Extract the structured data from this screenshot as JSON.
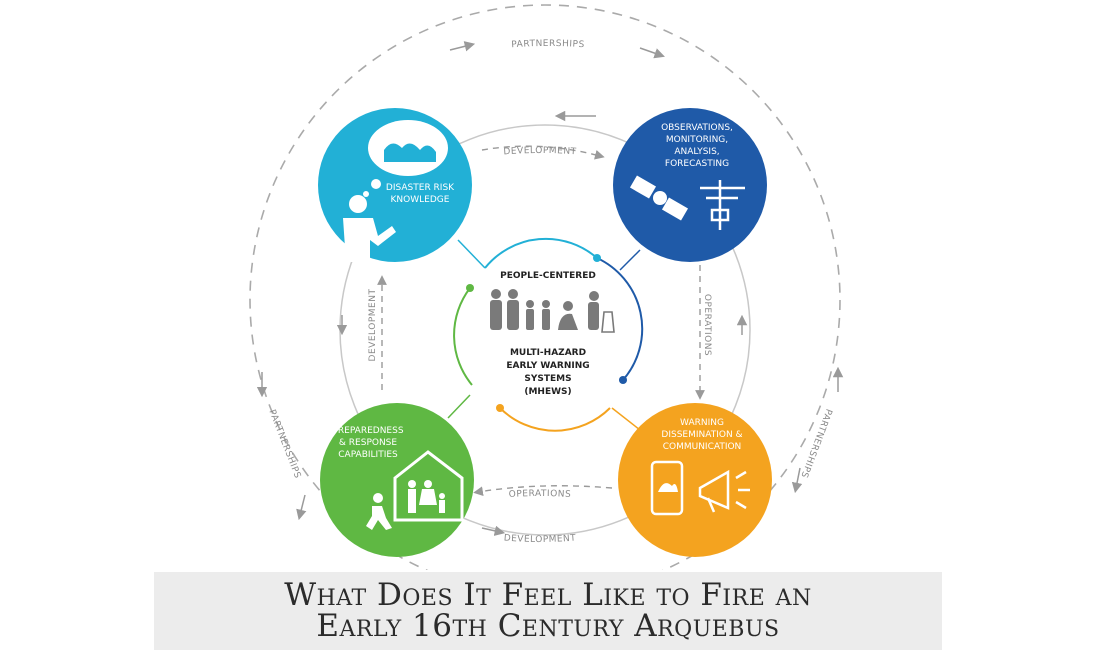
{
  "diagram": {
    "nodes": [
      {
        "id": "risk",
        "label_lines": [
          "DISASTER RISK",
          "KNOWLEDGE"
        ],
        "color": "#22b0d6"
      },
      {
        "id": "observe",
        "label_lines": [
          "OBSERVATIONS,",
          "MONITORING,",
          "ANALYSIS,",
          "FORECASTING"
        ],
        "color": "#1f5aa8"
      },
      {
        "id": "warn",
        "label_lines": [
          "WARNING",
          "DISSEMINATION &",
          "COMMUNICATION"
        ],
        "color": "#f4a31f"
      },
      {
        "id": "prep",
        "label_lines": [
          "PREPAREDNESS",
          "& RESPONSE",
          "CAPABILITIES"
        ],
        "color": "#5fb843"
      }
    ],
    "center": {
      "top": "PEOPLE-CENTERED",
      "lines": [
        "MULTI-HAZARD",
        "EARLY WARNING",
        "SYSTEMS",
        "(MHEWS)"
      ]
    },
    "ring_labels": {
      "partnerships": "PARTNERSHIPS",
      "development": "DEVELOPMENT",
      "operations": "OPERATIONS"
    }
  },
  "caption": {
    "line1": "What Does It Feel Like to Fire an",
    "line2": "Early 16th Century Arquebus"
  }
}
